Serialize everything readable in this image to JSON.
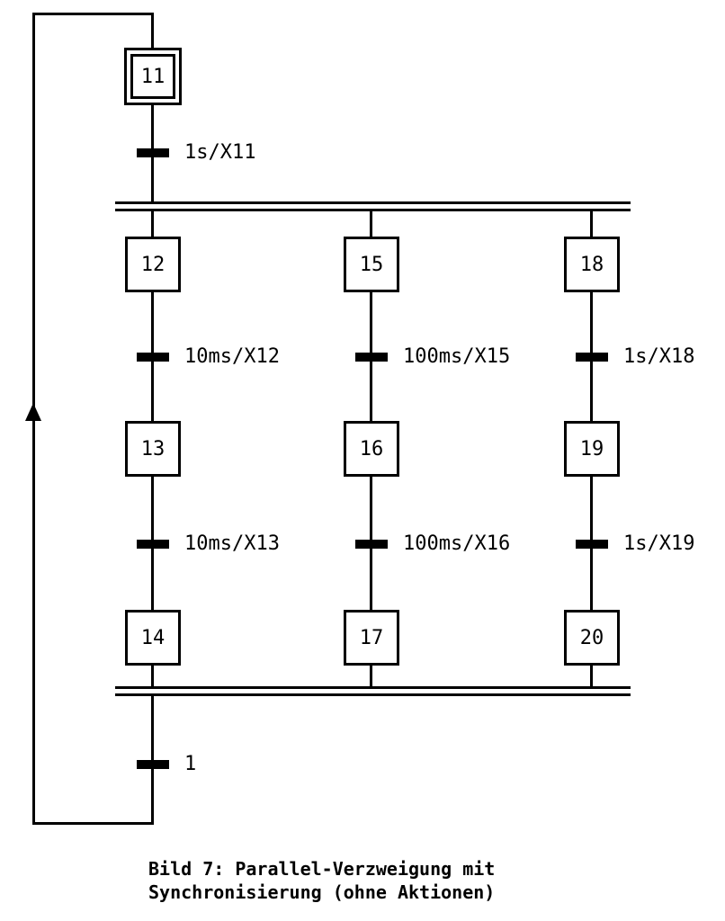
{
  "diagram": {
    "type": "sfc-parallel-branch",
    "initial_step": "11",
    "initial_transition_label": "1s/X11",
    "branches": [
      {
        "steps": [
          "12",
          "13",
          "14"
        ],
        "transitions": [
          "10ms/X12",
          "10ms/X13"
        ]
      },
      {
        "steps": [
          "15",
          "16",
          "17"
        ],
        "transitions": [
          "100ms/X15",
          "100ms/X16"
        ]
      },
      {
        "steps": [
          "18",
          "19",
          "20"
        ],
        "transitions": [
          "1s/X18",
          "1s/X19"
        ]
      }
    ],
    "final_transition_label": "1",
    "caption": {
      "line1": "Bild 7: Parallel-Verzweigung mit",
      "line2": "Synchronisierung (ohne Aktionen)"
    },
    "colors": {
      "line": "#000000",
      "background": "#ffffff"
    }
  }
}
